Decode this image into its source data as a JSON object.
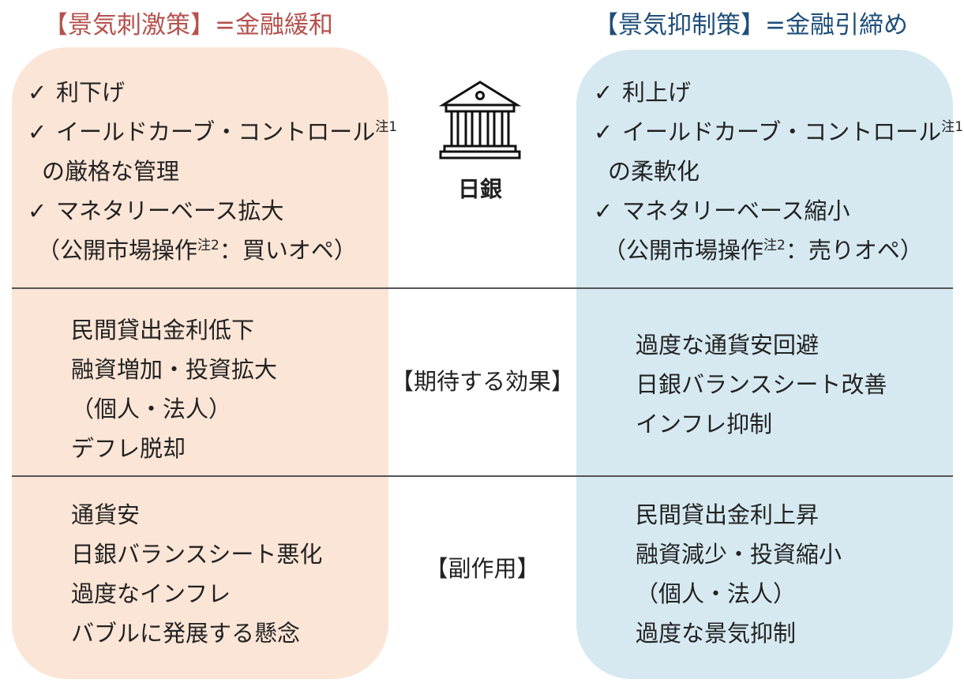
{
  "colors": {
    "left_title": "#b5524d",
    "right_title": "#1f4e79",
    "left_fill": "#fbe5d6",
    "right_fill": "#d6e9f1"
  },
  "left": {
    "title": "【景気刺激策】=金融緩和",
    "measures": [
      {
        "check": "✓",
        "text": "利下げ",
        "note": ""
      },
      {
        "check": "✓",
        "text": "イールドカーブ・コントロール",
        "note": "注1"
      },
      {
        "check": "",
        "text": "の厳格な管理",
        "note": ""
      },
      {
        "check": "✓",
        "text": "マネタリーベース拡大",
        "note": ""
      }
    ],
    "measure_paren": {
      "pre": "（公開市場操作",
      "note": "注2",
      "post": "：買いオペ）"
    },
    "effects": [
      "民間貸出金利低下",
      "融資増加・投資拡大",
      "（個人・法人）",
      "デフレ脱却"
    ],
    "side_effects": [
      "通貨安",
      "日銀バランスシート悪化",
      "過度なインフレ",
      "バブルに発展する懸念"
    ]
  },
  "right": {
    "title": "【景気抑制策】=金融引締め",
    "measures": [
      {
        "check": "✓",
        "text": "利上げ",
        "note": ""
      },
      {
        "check": "✓",
        "text": "イールドカーブ・コントロール",
        "note": "注1"
      },
      {
        "check": "",
        "text": "の柔軟化",
        "note": ""
      },
      {
        "check": "✓",
        "text": "マネタリーベース縮小",
        "note": ""
      }
    ],
    "measure_paren": {
      "pre": "（公開市場操作",
      "note": "注2",
      "post": "：売りオペ）"
    },
    "effects": [
      "過度な通貨安回避",
      "日銀バランスシート改善",
      "インフレ抑制"
    ],
    "side_effects": [
      "民間貸出金利上昇",
      "融資減少・投資縮小",
      "（個人・法人）",
      "過度な景気抑制"
    ]
  },
  "center": {
    "bank_label": "日銀",
    "bank_icon": "bank-building-icon",
    "effects_label": "【期待する効果】",
    "side_effects_label": "【副作用】"
  }
}
